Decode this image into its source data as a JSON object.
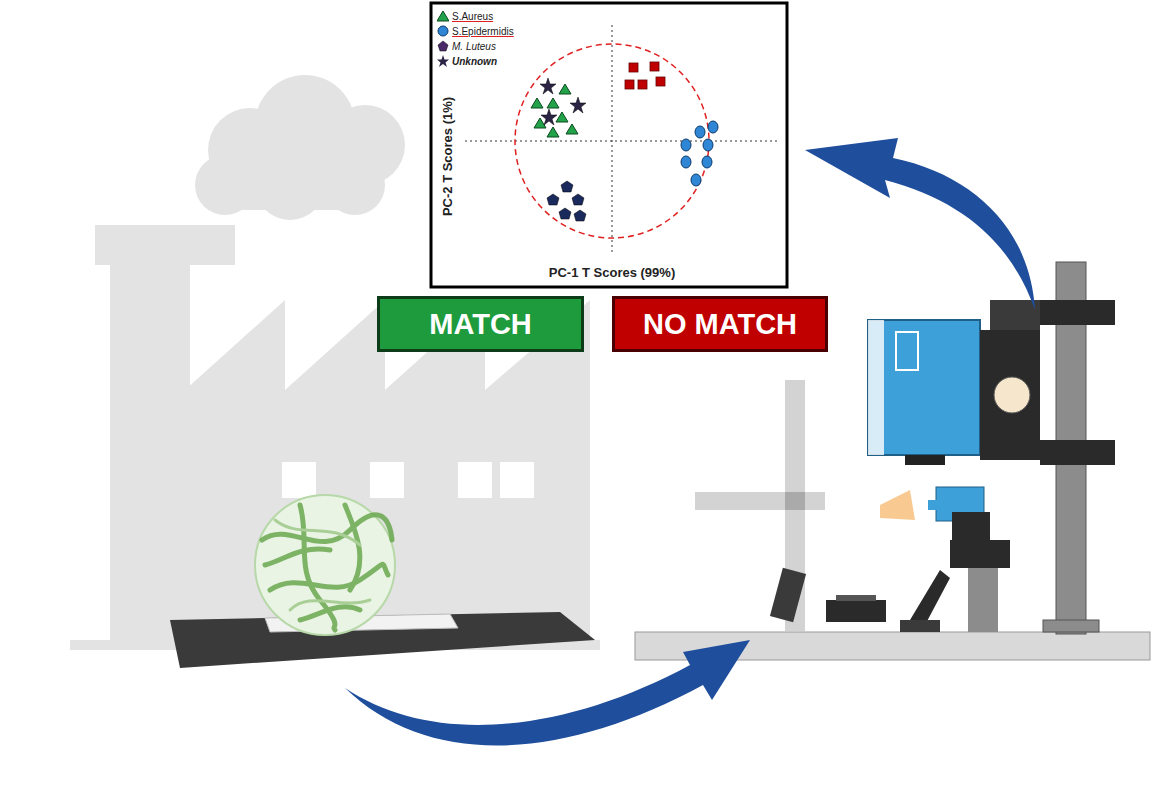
{
  "diagram": {
    "nodes": [
      {
        "text": [
          "MATCH"
        ]
      },
      {
        "text": [
          "NO MATCH"
        ]
      }
    ],
    "labels": [
      "PC-2 T Scores (1%)",
      "PC-1 T Scores (99%)"
    ],
    "legend": [
      {
        "text": "S.Aureus"
      },
      {
        "text": "S.Epidermidis"
      },
      {
        "text": "M. Luteus"
      },
      {
        "text": "Unknown"
      }
    ]
  }
}
